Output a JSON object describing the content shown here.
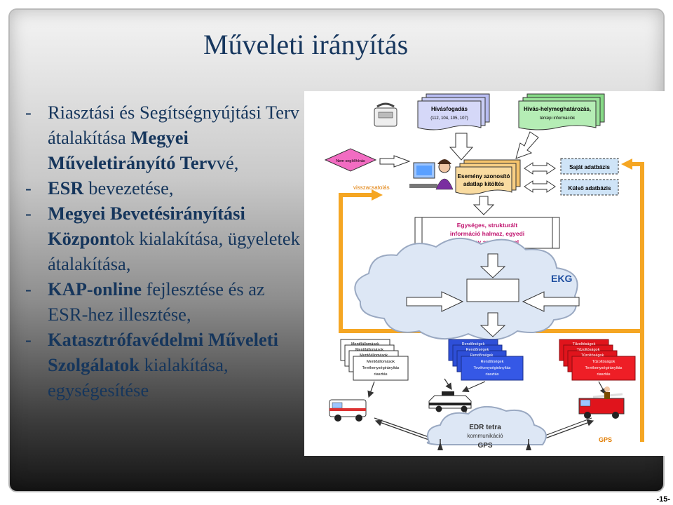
{
  "slide": {
    "title": "Műveleti irányítás",
    "page_number": "-15-"
  },
  "bullets": [
    {
      "dash": "-",
      "parts": [
        {
          "text": "Riasztási és Segítségnyújtási Terv átalakítása ",
          "bold": false
        },
        {
          "text": "Megyei Műveletirányító Terv",
          "bold": true
        },
        {
          "text": "vé,",
          "bold": false
        }
      ]
    },
    {
      "dash": "-",
      "parts": [
        {
          "text": "ESR",
          "bold": true
        },
        {
          "text": " bevezetése,",
          "bold": false
        }
      ]
    },
    {
      "dash": "-",
      "parts": [
        {
          "text": "Megyei Bevetésirányítási Központ",
          "bold": true
        },
        {
          "text": "ok kialakítása, ügyeletek átalakítása,",
          "bold": false
        }
      ]
    },
    {
      "dash": "-",
      "parts": [
        {
          "text": "KAP-online",
          "bold": true
        },
        {
          "text": " fejlesztése és az ESR-hez illesztése,",
          "bold": false
        }
      ]
    },
    {
      "dash": "-",
      "parts": [
        {
          "text": "Katasztrófavédelmi Műveleti Szolgálatok",
          "bold": true
        },
        {
          "text": " kialakítása, egységesítése",
          "bold": false
        }
      ]
    }
  ],
  "diagram": {
    "call_reception": {
      "title": "Hívásfogadás",
      "sub": "(112, 104, 105, 107)"
    },
    "location": {
      "title": "Hívás-helymeghatározás,",
      "sub": "térképi információk"
    },
    "not_help": "Nem segítőhívás",
    "feedback": "visszacsatolás",
    "event_form": [
      "Esemény azonosító",
      "adatlap kitöltés"
    ],
    "own_db": "Saját adatbázis",
    "ext_db": "Külső adatbázis",
    "unified": [
      "Egységes, strukturált",
      "információ halmaz, egyedi",
      "esemény azonosítóval"
    ],
    "ekg": "EKG",
    "ambulance": {
      "stack": [
        "Mentőállomások",
        "Mentőállomások",
        "Mentőállomások"
      ],
      "front": [
        "Mentőállomások",
        "Tevékenységirányítás",
        "riasztás"
      ]
    },
    "police": {
      "stack": [
        "Rendőrségek",
        "Rendőrségek",
        "Rendőrségek"
      ],
      "front": [
        "Rendőrségek",
        "Tevékenységirányítás",
        "riasztás"
      ]
    },
    "fire": {
      "stack": [
        "Tűzoltóságok",
        "Tűzoltóságok",
        "Tűzoltóságok"
      ],
      "front": [
        "Tűzoltóságok",
        "Tevékenységirányítás",
        "riasztás"
      ]
    },
    "edr": [
      "EDR tetra",
      "kommunikáció",
      "GPS"
    ],
    "gps": "GPS",
    "colors": {
      "orange": "#F5A623",
      "blue": "#2E4FD8",
      "red": "#E0141C",
      "green": "#9BE39B",
      "lilac": "#C9CDF5",
      "pink": "#F26CC2",
      "cloud": "#E3ECF8"
    }
  }
}
